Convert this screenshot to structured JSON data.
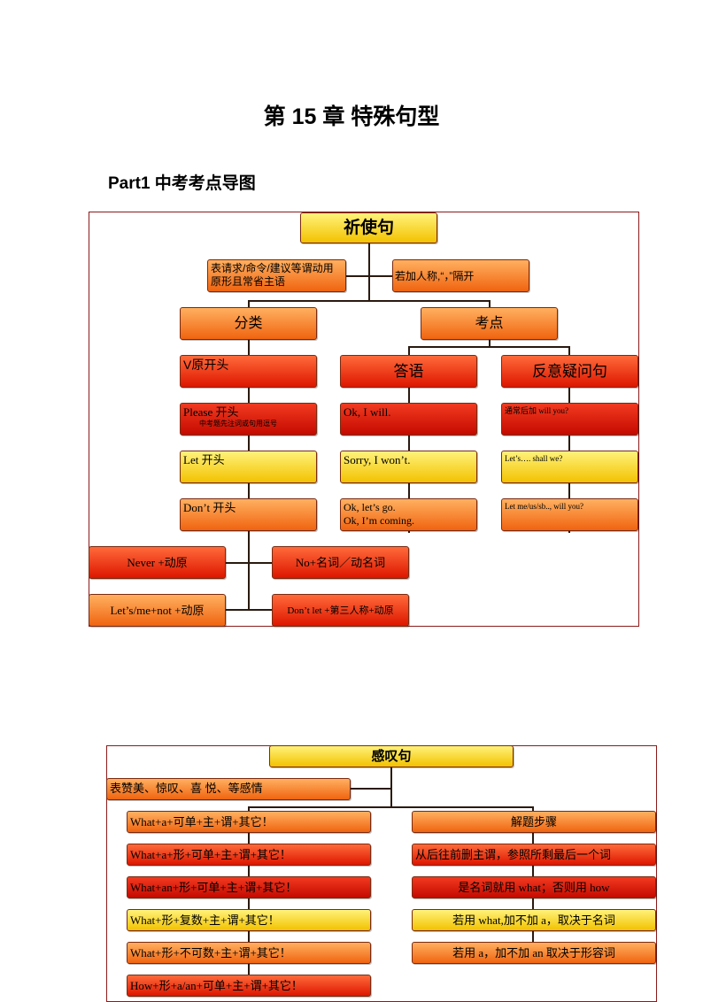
{
  "page": {
    "title": "第 15 章  特殊句型",
    "part": "Part1  中考考点导图"
  },
  "diagram1": {
    "root": "祈使句",
    "note_left": "表请求/命令/建议等谓动用原形且常省主语",
    "note_right": "若加人称,“，”隔开",
    "classify": "分类",
    "testpoint": "考点",
    "v_start": "V原开头",
    "please_start": "Please 开头",
    "please_sub": "中考题先注词或句用逗号",
    "let_start": "Let 开头",
    "dont_start": "Don’t 开头",
    "never": "Never +动原",
    "lets_not": "Let’s/me+not +动原",
    "no_noun": "No+名词／动名词",
    "dont_let": "Don’t let +第三人称+动原",
    "answer": "答语",
    "tag_question": "反意疑问句",
    "ok_i_will": "Ok, I will.",
    "sorry": "Sorry, I won’t.",
    "ok_lets_go_1": "Ok, let’s go.",
    "ok_lets_go_2": "Ok, I’m coming.",
    "tag1": "通常后加 will you?",
    "tag2": "Let’s….  shall we?",
    "tag3": "Let me/us/sb.., will you?"
  },
  "diagram2": {
    "root": "感叹句",
    "note": "表赞美、惊叹、喜 悦、等感情",
    "left_items": [
      "What+a+可单+主+谓+其它！",
      "What+a+形+可单+主+谓+其它！",
      "What+an+形+可单+主+谓+其它！",
      "What+形+复数+主+谓+其它！",
      "What+形+不可数+主+谓+其它！",
      "How+形+a/an+可单+主+谓+其它！"
    ],
    "steps_title": "解题步骤",
    "steps": [
      "从后往前删主谓，参照所剩最后一个词",
      "是名词就用 what；否则用 how",
      "若用 what,加不加 a，取决于名词",
      "若用 a，加不加 an 取决于形容词"
    ]
  }
}
